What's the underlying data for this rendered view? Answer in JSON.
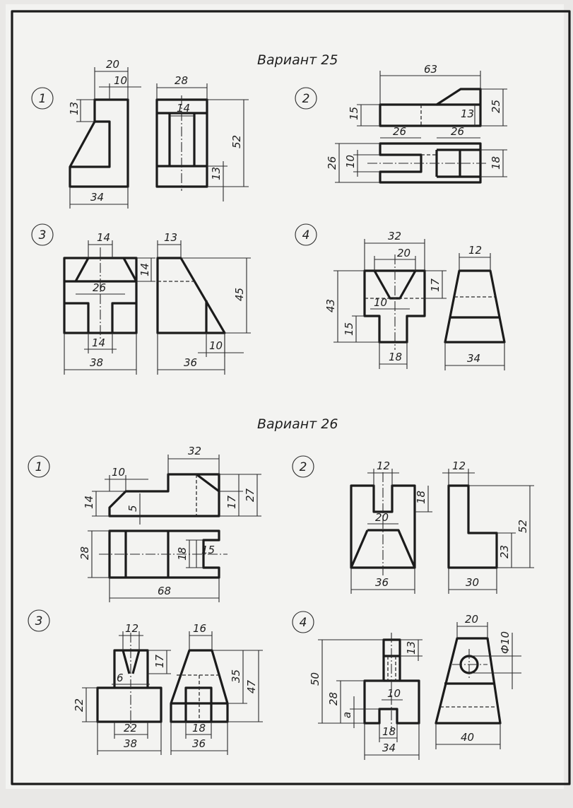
{
  "variant_25": {
    "title": "Вариант 25",
    "tasks": [
      {
        "number": "1",
        "dims": [
          "20",
          "10",
          "28",
          "14",
          "13",
          "52",
          "13",
          "34"
        ]
      },
      {
        "number": "2",
        "dims": [
          "63",
          "15",
          "25",
          "13",
          "26",
          "26",
          "26",
          "10",
          "18"
        ]
      },
      {
        "number": "3",
        "dims": [
          "14",
          "13",
          "14",
          "26",
          "45",
          "14",
          "10",
          "38",
          "36"
        ]
      },
      {
        "number": "4",
        "dims": [
          "32",
          "12",
          "20",
          "43",
          "17",
          "10",
          "15",
          "18",
          "34"
        ]
      }
    ]
  },
  "variant_26": {
    "title": "Вариант 26",
    "tasks": [
      {
        "number": "1",
        "dims": [
          "32",
          "10",
          "14",
          "5",
          "17",
          "27",
          "28",
          "18",
          "15",
          "68"
        ]
      },
      {
        "number": "2",
        "dims": [
          "12",
          "12",
          "18",
          "20",
          "52",
          "23",
          "36",
          "30"
        ]
      },
      {
        "number": "3",
        "dims": [
          "12",
          "16",
          "17",
          "6",
          "35",
          "47",
          "22",
          "22",
          "38",
          "18",
          "36"
        ]
      },
      {
        "number": "4",
        "dims": [
          "20",
          "Ф10",
          "50",
          "13",
          "28",
          "10",
          "a",
          "18",
          "34",
          "40"
        ]
      }
    ]
  }
}
